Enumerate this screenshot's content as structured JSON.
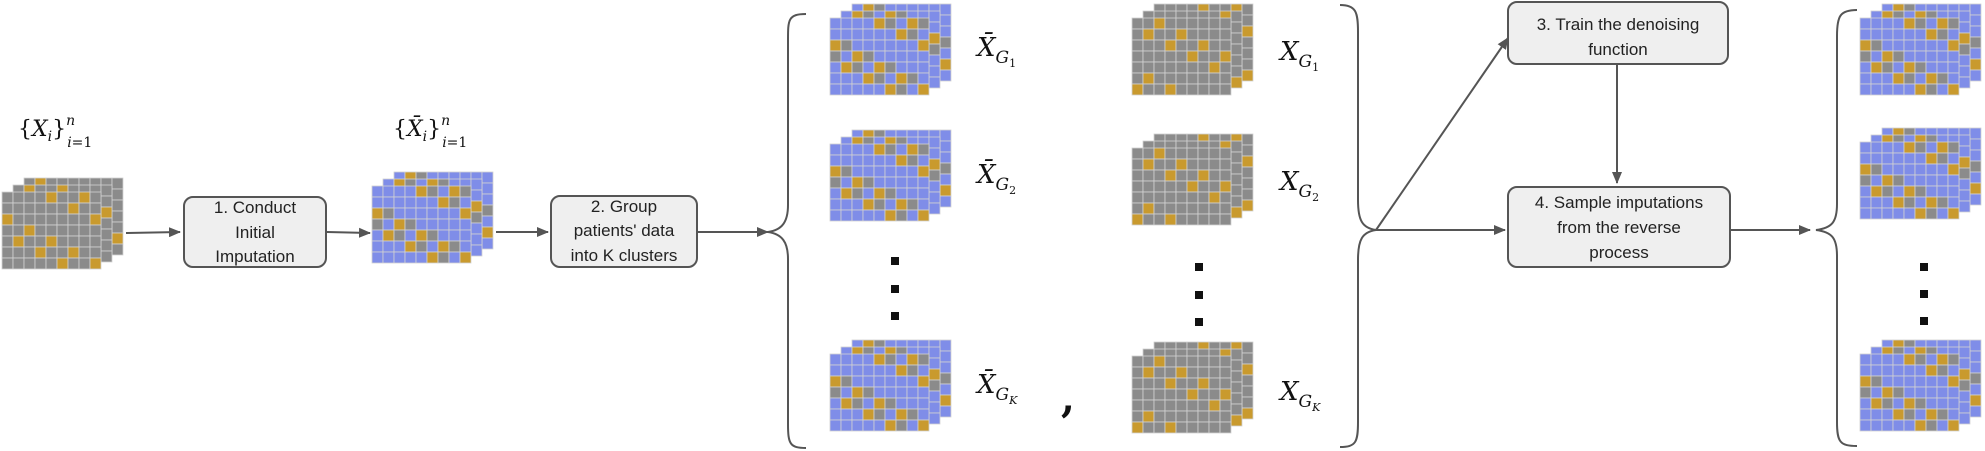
{
  "colors": {
    "observed": "#8b8b8b",
    "missing": "#c99a2e",
    "imputed": "#7f8de8",
    "grid_line": "#d2d2d2",
    "box_fill": "#efefef",
    "box_stroke": "#555555",
    "arrow": "#555555",
    "bracket": "#555555"
  },
  "labels": {
    "raw_set": "{X_i}_{i=1}^n",
    "initial_set": "{X̄_i}_{i=1}^n",
    "gbar_1": "X̄_{G_1}",
    "gbar_2": "X̄_{G_2}",
    "gbar_k": "X̄_{G_K}",
    "g_1": "X_{G_1}",
    "g_2": "X_{G_2}",
    "g_k": "X_{G_K}",
    "pair_separator": ","
  },
  "steps": {
    "step1": [
      "1. Conduct",
      "Initial",
      "Imputation"
    ],
    "step2": [
      "2. Group",
      "patients' data",
      "into K clusters"
    ],
    "step3": [
      "3. Train the denoising",
      "function"
    ],
    "step4": [
      "4. Sample imputations",
      "from the reverse",
      "process"
    ]
  }
}
